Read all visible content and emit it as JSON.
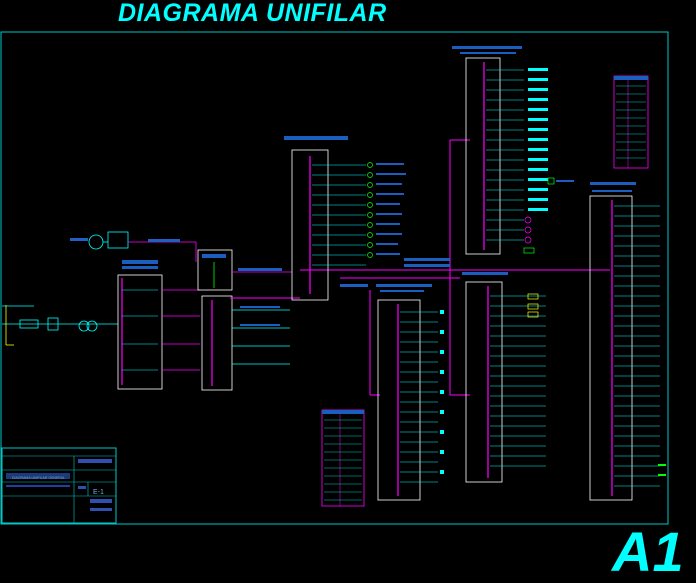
{
  "title": "DIAGRAMA UNIFILAR",
  "sheet_size": "A1",
  "title_block": {
    "drawing_name": "DIAGRAMA UNIFILAR GENERAL",
    "sheet_number": "E-1"
  },
  "colors": {
    "background": "#000000",
    "frame": "#00c8c8",
    "title": "#00ffff",
    "busbar": "#ff00ff",
    "panel_outline": "#ffffff",
    "circuit_labels": "#00ffff",
    "green_devices": "#00ff00",
    "yellow_devices": "#ffff00",
    "text_fine": "#8080ff"
  }
}
